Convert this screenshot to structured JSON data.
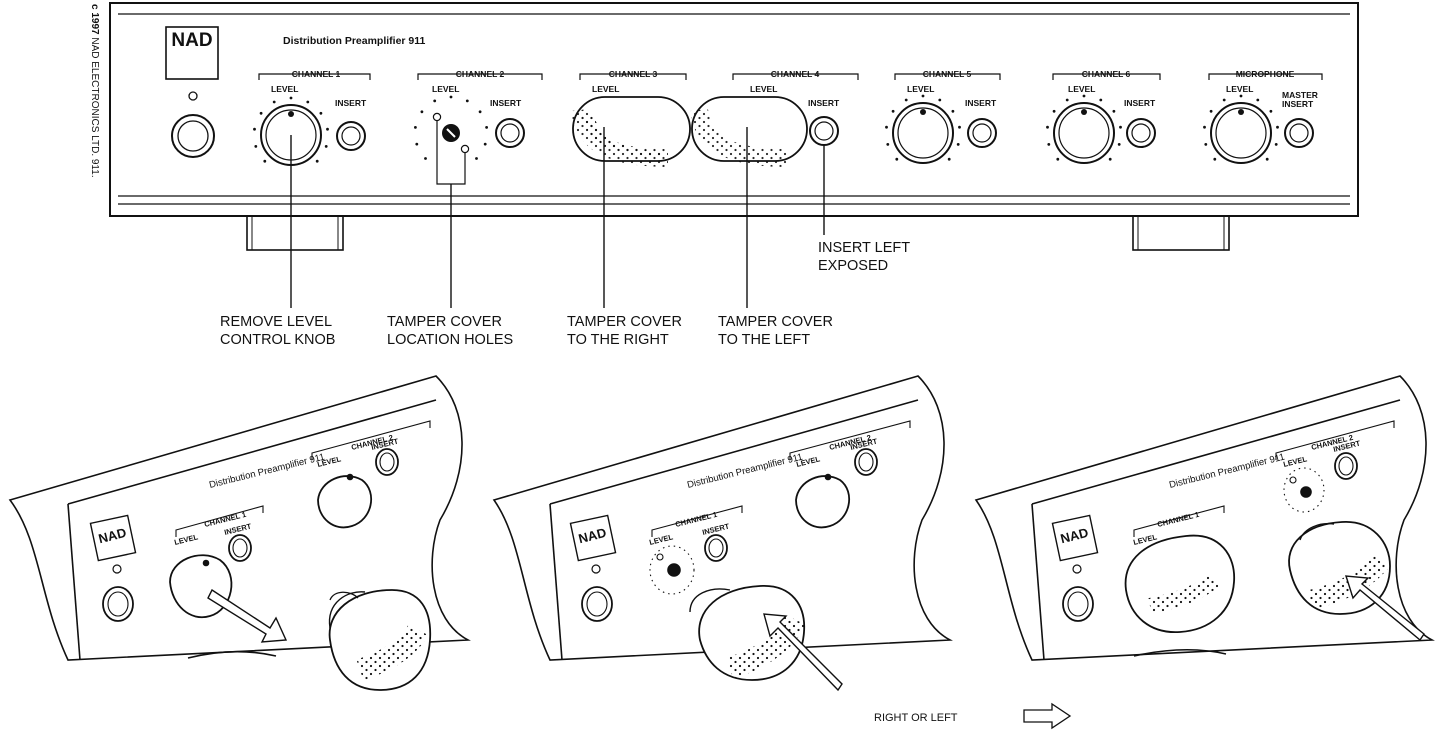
{
  "copyright": {
    "mark": "c 1997",
    "text": "NAD ELECTRONICS LTD. 911."
  },
  "panel": {
    "brand": "NAD",
    "model": "Distribution Preamplifier 911",
    "channels": [
      {
        "name": "CHANNEL 1",
        "level": "LEVEL",
        "insert": "INSERT",
        "state": "knob"
      },
      {
        "name": "CHANNEL 2",
        "level": "LEVEL",
        "insert": "INSERT",
        "state": "holes"
      },
      {
        "name": "CHANNEL 3",
        "level": "LEVEL",
        "insert": "",
        "state": "cover-right"
      },
      {
        "name": "CHANNEL 4",
        "level": "LEVEL",
        "insert": "INSERT",
        "state": "cover-left"
      },
      {
        "name": "CHANNEL 5",
        "level": "LEVEL",
        "insert": "INSERT",
        "state": "knob"
      },
      {
        "name": "CHANNEL 6",
        "level": "LEVEL",
        "insert": "INSERT",
        "state": "knob"
      },
      {
        "name": "MICROPHONE",
        "level": "LEVEL",
        "insert": "MASTER INSERT",
        "state": "knob"
      }
    ]
  },
  "callouts": {
    "remove_knob": [
      "REMOVE LEVEL",
      "CONTROL KNOB"
    ],
    "location_holes": [
      "TAMPER COVER",
      "LOCATION HOLES"
    ],
    "cover_right": [
      "TAMPER COVER",
      "TO THE RIGHT"
    ],
    "cover_left": [
      "TAMPER COVER",
      "TO THE LEFT"
    ],
    "insert_exposed": [
      "INSERT LEFT",
      "EXPOSED"
    ]
  },
  "details": {
    "brand": "NAD",
    "model": "Distribution Preamplifier 911",
    "ch1": "CHANNEL 1",
    "ch2": "CHANNEL 2",
    "level": "LEVEL",
    "insert": "INSERT"
  },
  "footer": {
    "direction": "RIGHT OR LEFT"
  }
}
